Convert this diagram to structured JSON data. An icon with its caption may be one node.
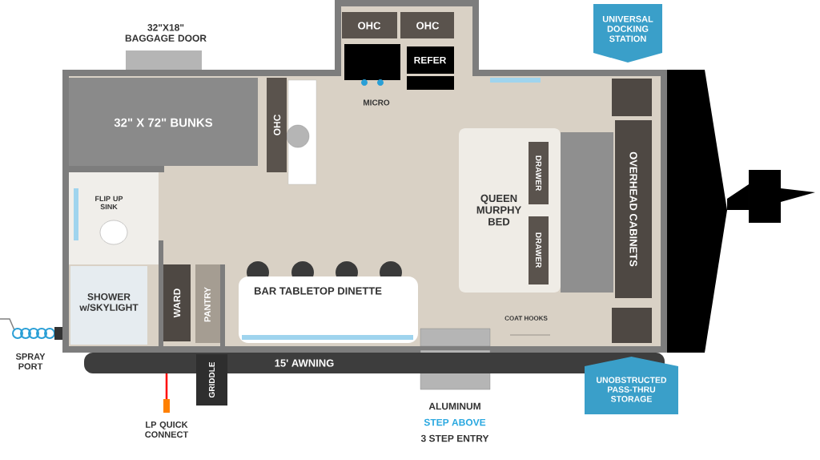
{
  "diagram": {
    "nodes": [
      {
        "text": [
          "OHC"
        ]
      },
      {
        "text": [
          "OHC"
        ]
      },
      {
        "text": [
          "REFER"
        ]
      },
      {
        "text": [
          "32\" X 72\" BUNKS"
        ]
      },
      {
        "text": [
          "OHC"
        ]
      },
      {
        "text": [
          "QUEEN MURPHY BED"
        ]
      },
      {
        "text": [
          "DRAWER"
        ],
        "in": 5
      },
      {
        "text": [
          "DRAWER"
        ],
        "in": 5
      },
      {
        "text": [
          "OVERHEAD CABINETS"
        ]
      },
      {
        "text": [
          "SHOWER w/SKYLIGHT"
        ]
      },
      {
        "text": [
          "WARD"
        ]
      },
      {
        "text": [
          "PANTRY"
        ]
      },
      {
        "text": [
          "BAR TABLETOP DINETTE"
        ]
      },
      {
        "text": [
          "15' AWNING"
        ]
      },
      {
        "text": [
          "GRIDDLE"
        ]
      },
      {
        "text": [
          "UNIVERSAL DOCKING STATION"
        ]
      },
      {
        "text": [
          "UNOBSTRUCTED PASS-THRU STORAGE"
        ]
      }
    ],
    "labels": [
      "32\"X18\" BAGGAGE DOOR",
      "MICRO",
      "FLIP UP SINK",
      "COAT HOOKS",
      "SPRAY PORT",
      "LP QUICK CONNECT",
      "ALUMINUM",
      "STEP ABOVE",
      "3 STEP ENTRY"
    ]
  }
}
